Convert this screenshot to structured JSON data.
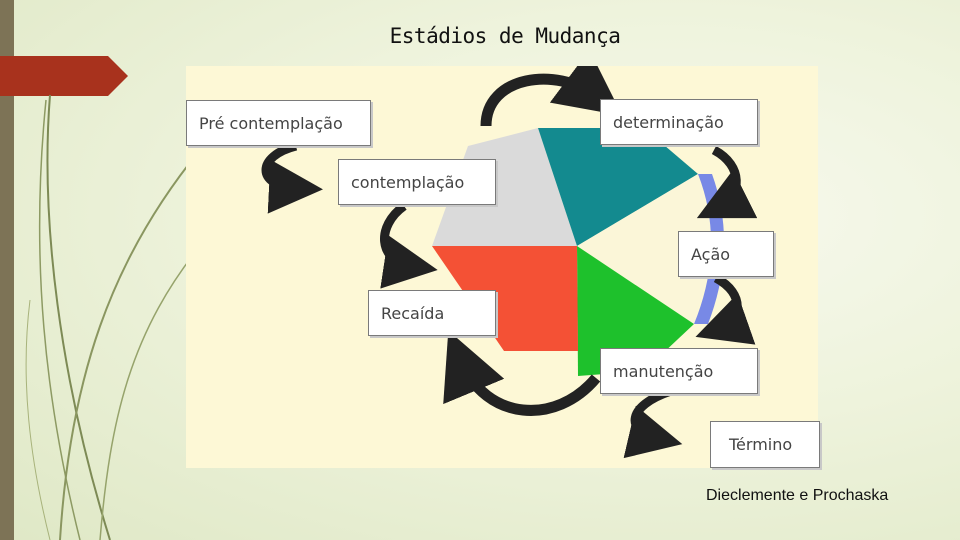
{
  "slide": {
    "title": "Estádios de Mudança",
    "credit": "Dieclemente e Prochaska"
  },
  "diagram": {
    "stages": [
      {
        "id": "pre-contemplacao",
        "label": "Pré contemplação"
      },
      {
        "id": "contemplacao",
        "label": "contemplação"
      },
      {
        "id": "determinacao",
        "label": "determinação"
      },
      {
        "id": "acao",
        "label": "Ação"
      },
      {
        "id": "manutencao",
        "label": "manutenção"
      },
      {
        "id": "recaida",
        "label": "Recaída"
      },
      {
        "id": "termino",
        "label": "Término"
      }
    ],
    "colors": {
      "contemplacao": "#dadada",
      "determinacao": "#138a8f",
      "acao": "#7889e6",
      "manutencao": "#1ec12c",
      "recaida": "#f45135",
      "arrow": "#222222",
      "accent_red": "#a8321d"
    }
  }
}
